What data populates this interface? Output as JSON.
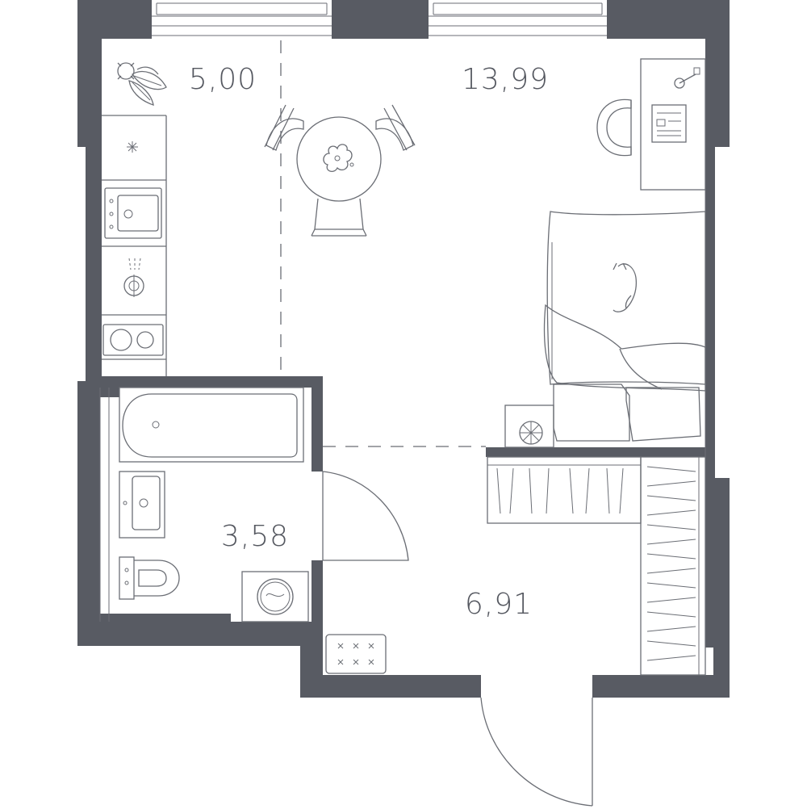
{
  "colors": {
    "wall": "#585b63",
    "line": "#6b6e75",
    "text": "#555860",
    "background": "#ffffff"
  },
  "rooms": [
    {
      "id": "kitchen",
      "area": "5,00"
    },
    {
      "id": "living",
      "area": "13,99"
    },
    {
      "id": "bathroom",
      "area": "3,58"
    },
    {
      "id": "hallway",
      "area": "6,91"
    }
  ],
  "icons": [
    "plant-icon",
    "dining-table-icon",
    "desk-icon",
    "bed-icon",
    "cat-icon",
    "bathtub-icon",
    "sink-icon",
    "toilet-icon",
    "washing-machine-icon",
    "stove-icon",
    "fan-icon",
    "door-swing-icon",
    "wardrobe-icon"
  ]
}
